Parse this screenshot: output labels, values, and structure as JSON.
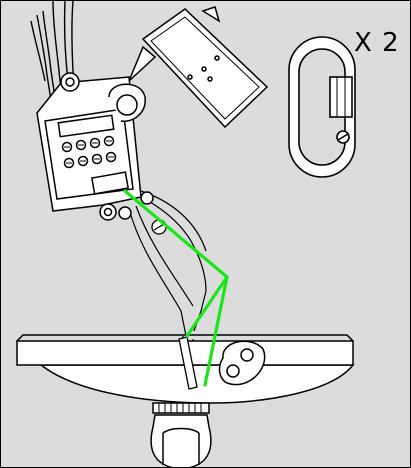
{
  "quantity_label": "X 2",
  "colors": {
    "background": "#dcdcdc",
    "line": "#000000",
    "part_fill": "#ffffff",
    "earth_wire": "#19e619"
  },
  "parts": [
    "mains-cables",
    "terminal-block",
    "terminal-cover",
    "earth-wire",
    "ceiling-plate",
    "cable-gland",
    "quick-link-connector"
  ]
}
